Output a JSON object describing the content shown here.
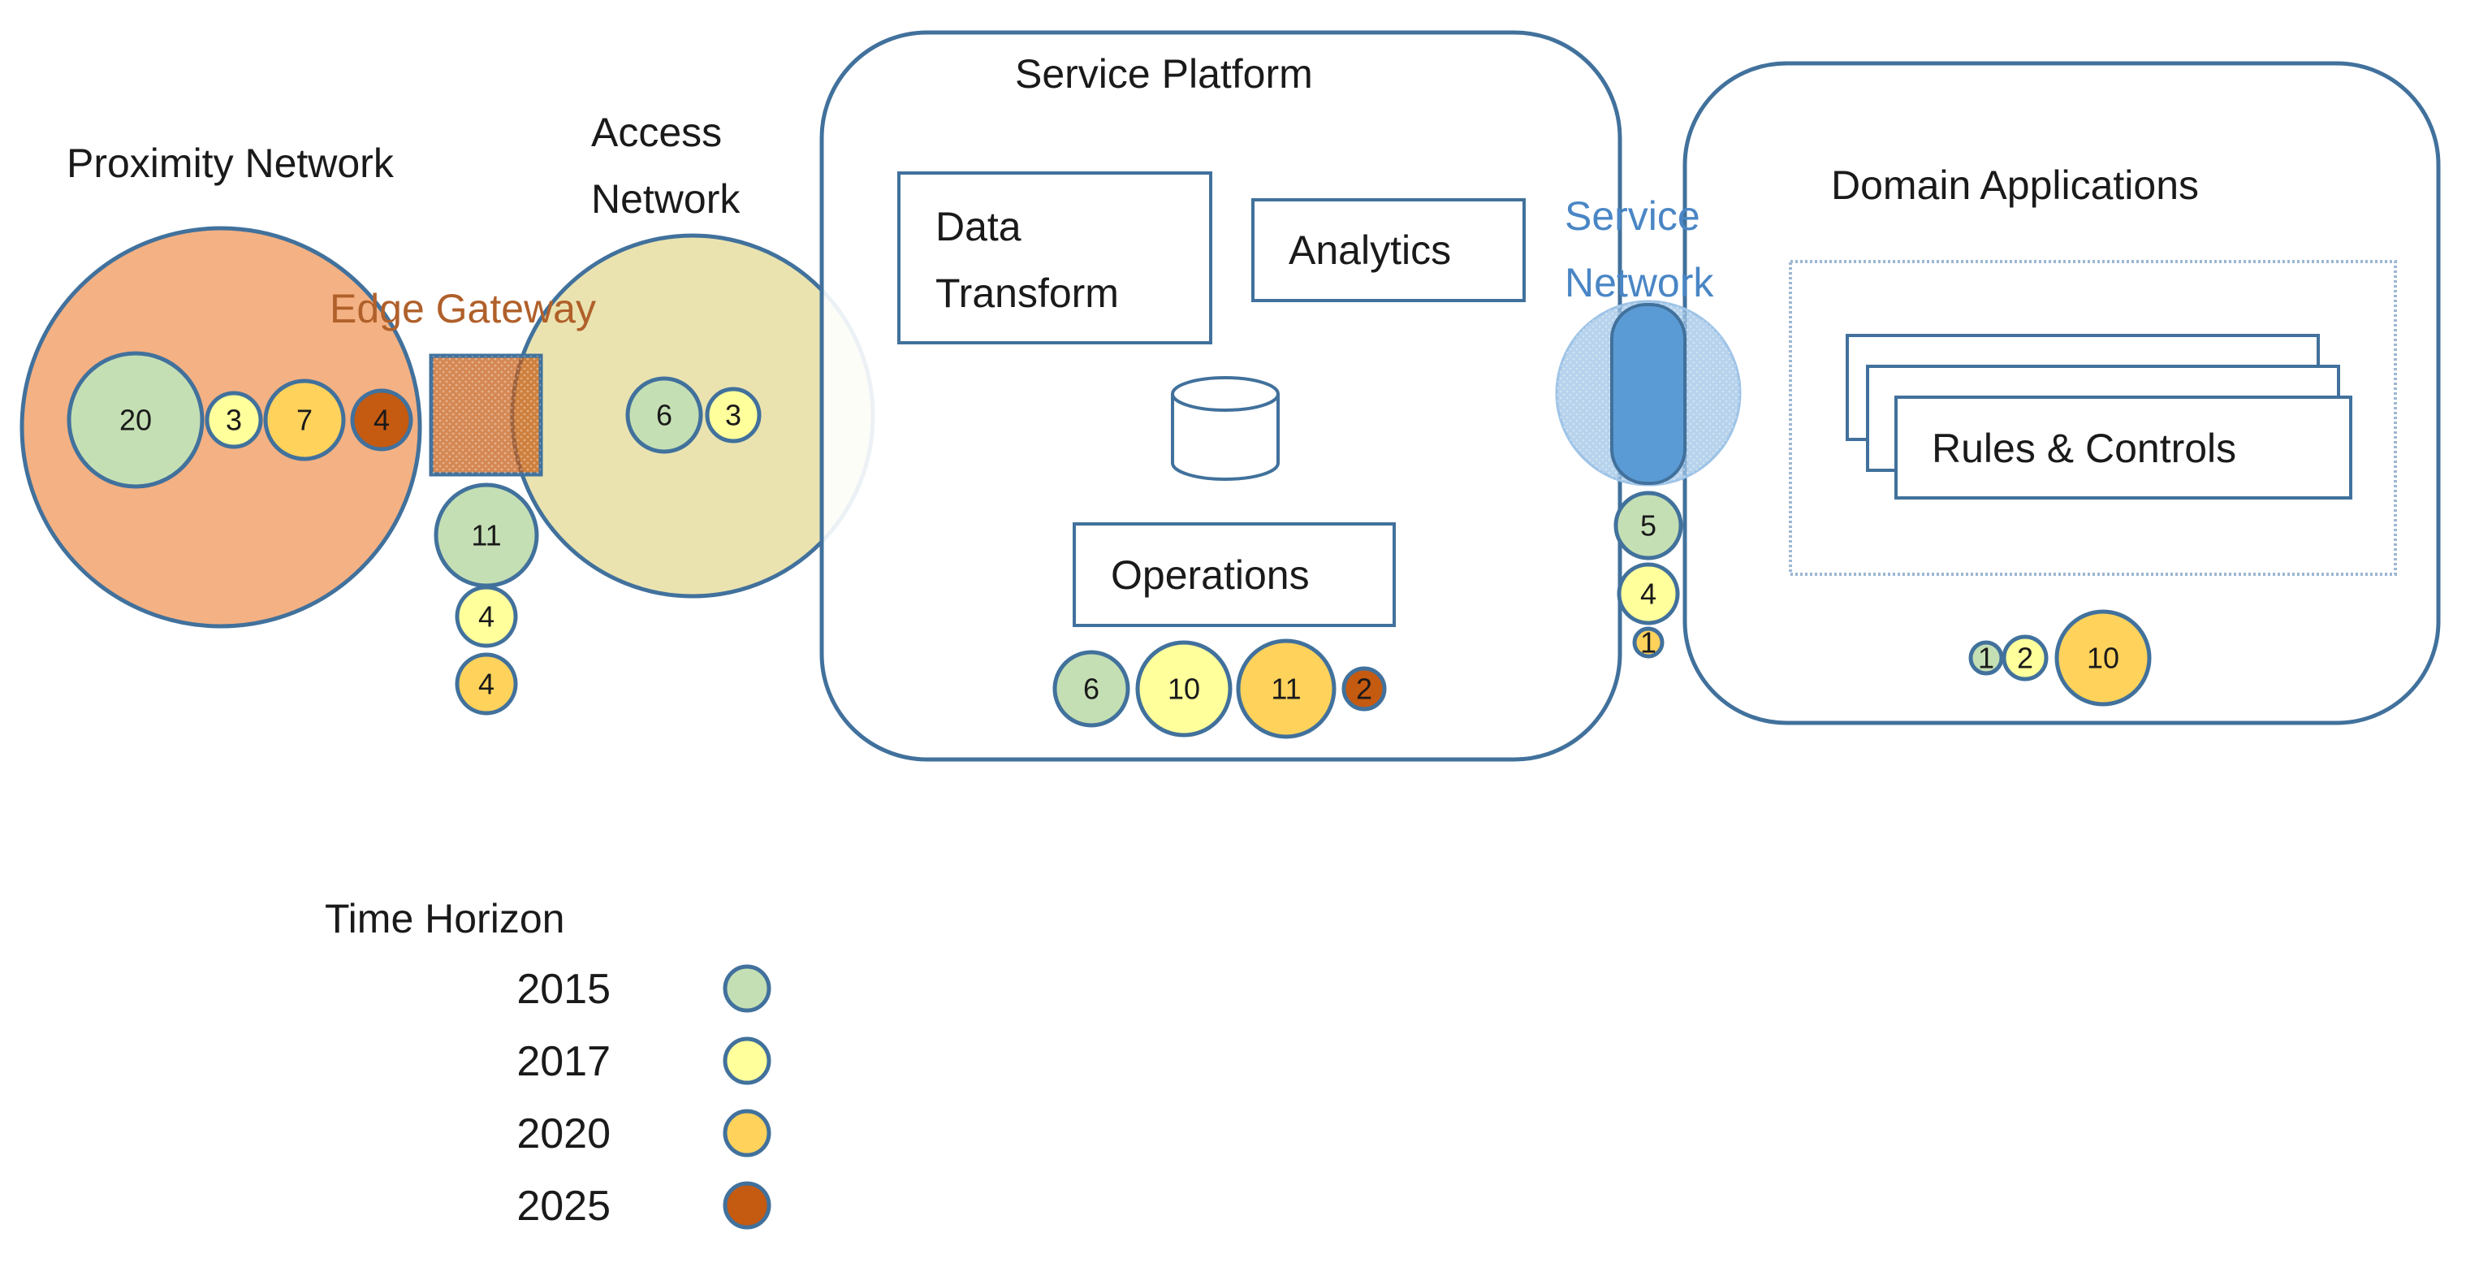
{
  "colors": {
    "y2015": "#c5dfb4",
    "y2017": "#ffff9c",
    "y2020": "#ffd25c",
    "y2025": "#c55a11",
    "stroke": "#41719c",
    "proximity_fill": "#f4b183",
    "access_fill": "#e2d891",
    "edge_gateway": "#c55a11",
    "service_network": "#5b9bd5"
  },
  "labels": {
    "proximity_network": "Proximity Network",
    "access_network_1": "Access",
    "access_network_2": "Network",
    "edge_gateway": "Edge Gateway",
    "service_platform": "Service Platform",
    "data_transform_1": "Data",
    "data_transform_2": "Transform",
    "analytics": "Analytics",
    "operations": "Operations",
    "service_network_1": "Service",
    "service_network_2": "Network",
    "domain_applications": "Domain Applications",
    "rules_controls": "Rules & Controls"
  },
  "bubbles": {
    "proximity": [
      "20",
      "3",
      "7",
      "4"
    ],
    "edge": [
      "11",
      "4",
      "4"
    ],
    "access": [
      "6",
      "3"
    ],
    "platform": [
      "6",
      "10",
      "11",
      "2"
    ],
    "service_network": [
      "5",
      "4",
      "1"
    ],
    "domain": [
      "1",
      "2",
      "10"
    ]
  },
  "legend": {
    "title": "Time Horizon",
    "items": [
      "2015",
      "2017",
      "2020",
      "2025"
    ]
  }
}
